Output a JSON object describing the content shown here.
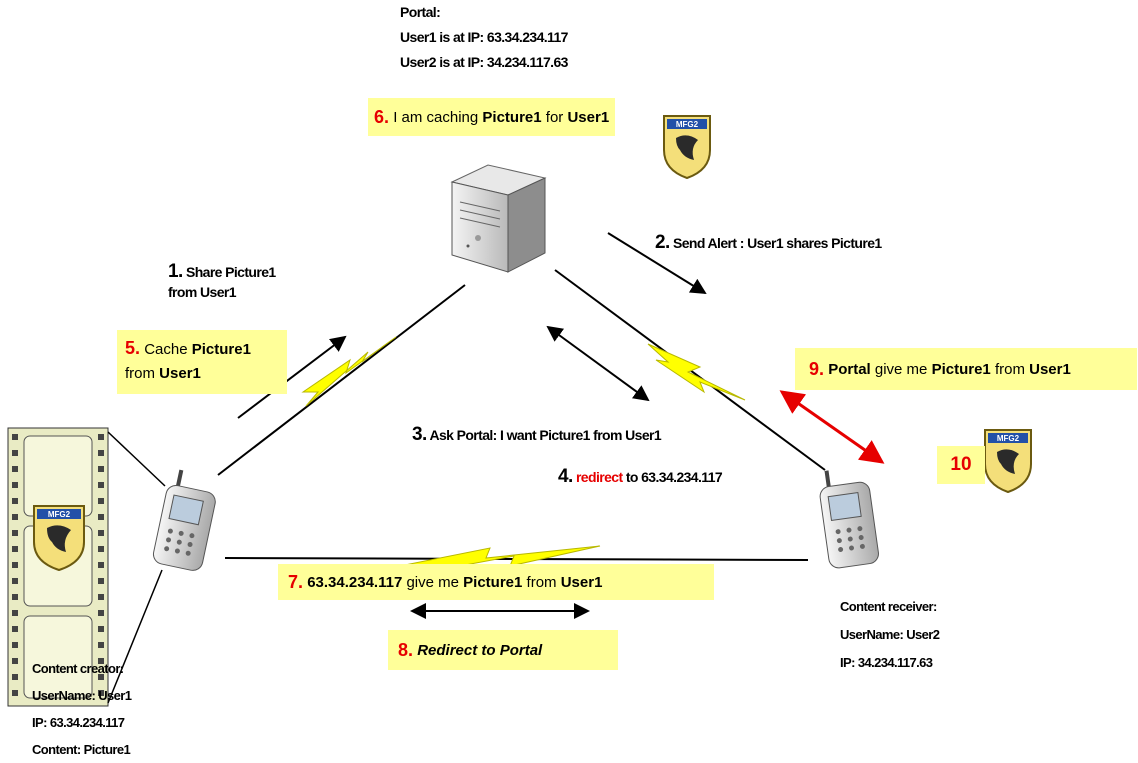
{
  "portal_info": {
    "title": "Portal:",
    "line1": "User1 is at IP: 63.34.234.117",
    "line2": "User2 is at IP: 34.234.117.63"
  },
  "step1": {
    "num": "1.",
    "line1": "Share Picture1",
    "line2": "from User1"
  },
  "step2": {
    "num": "2.",
    "text": "Send Alert : User1 shares Picture1"
  },
  "step3": {
    "num": "3.",
    "text": "Ask Portal: I want Picture1 from User1"
  },
  "step4": {
    "num": "4.",
    "red_word": "redirect",
    "text": "to  63.34.234.117"
  },
  "step5": {
    "num": "5.",
    "a": "Cache",
    "b": "Picture1",
    "c": "from",
    "d": "User1"
  },
  "step6": {
    "num": "6.",
    "a": "I am caching",
    "b": "Picture1",
    "c": "for",
    "d": "User1"
  },
  "step7": {
    "num": "7.",
    "a": "63.34.234.117",
    "b": "give me",
    "c": "Picture1",
    "d": "from",
    "e": "User1"
  },
  "step8": {
    "num": "8.",
    "text": "Redirect to Portal"
  },
  "step9": {
    "num": "9.",
    "a": "Portal",
    "b": "give me",
    "c": "Picture1",
    "d": "from",
    "e": "User1"
  },
  "step10": {
    "num": "10"
  },
  "creator": {
    "line1": "Content creator:",
    "line2": "UserName: User1",
    "line3": "IP: 63.34.234.117",
    "line4": "Content: Picture1"
  },
  "receiver": {
    "line1": "Content receiver:",
    "line2": "UserName: User2",
    "line3": "IP: 34.234.117.63"
  },
  "badge_text": "MFG2",
  "colors": {
    "highlight": "#ffff99",
    "red": "#e60000",
    "bolt": "#ffff00"
  }
}
